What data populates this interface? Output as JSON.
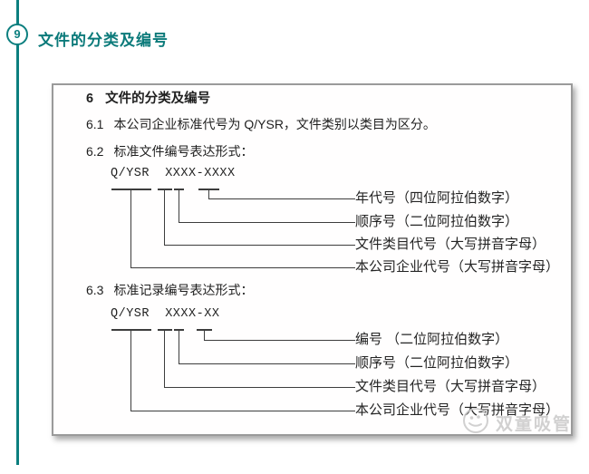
{
  "accent_color": "#0c7f7f",
  "header": {
    "badge_number": "9",
    "title": "文件的分类及编号"
  },
  "document": {
    "heading": {
      "number": "6",
      "text": "文件的分类及编号"
    },
    "clause_61": {
      "number": "6.1",
      "text": "本公司企业标准代号为 Q/YSR，文件类别以类目为区分。"
    },
    "clause_62": {
      "number": "6.2",
      "text": "标准文件编号表达形式："
    },
    "clause_63": {
      "number": "6.3",
      "text": "标准记录编号表达形式："
    },
    "diagram_62": {
      "code": "Q/YSR  XXXX-XXXX",
      "labels": [
        "年代号（四位阿拉伯数字）",
        "顺序号（二位阿拉伯数字）",
        "文件类目代号（大写拼音字母）",
        "本公司企业代号（大写拼音字母）"
      ]
    },
    "diagram_63": {
      "code": "Q/YSR  XXXX-XX",
      "labels": [
        "编号 （二位阿拉伯数字）",
        "顺序号（二位阿拉伯数字）",
        "文件类目代号（大写拼音字母）",
        "本公司企业代号（大写拼音字母）"
      ]
    },
    "watermark_text": "双童吸管"
  }
}
